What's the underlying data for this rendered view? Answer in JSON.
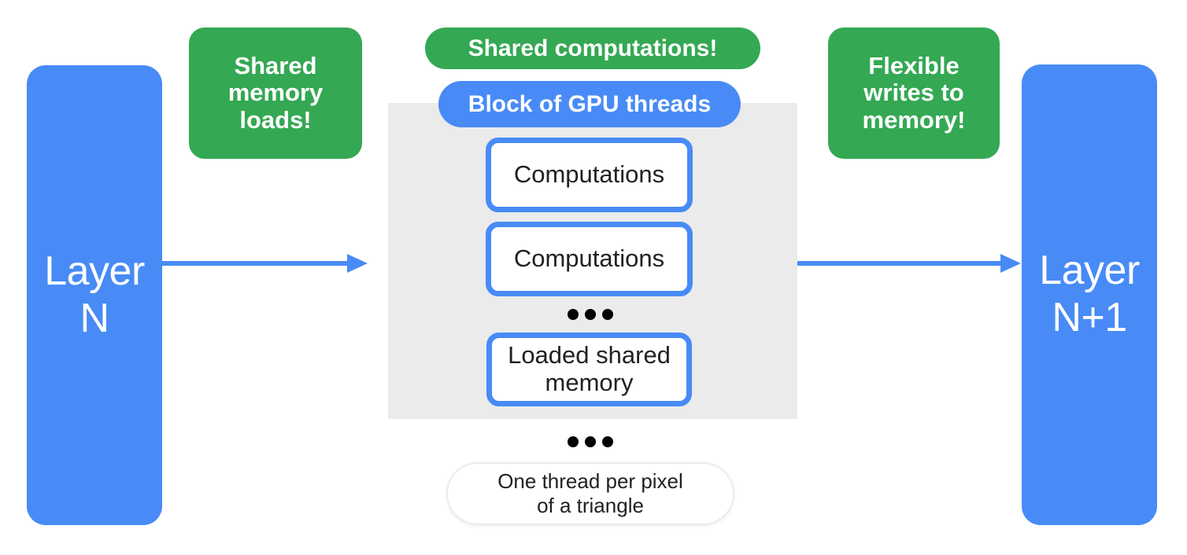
{
  "colors": {
    "blue": "#488BF6",
    "green": "#34A853",
    "panel_gray": "#EBEBEB",
    "text_dark": "#202124",
    "text_white": "#FFFFFF"
  },
  "left_layer": {
    "label": "Layer\nN"
  },
  "right_layer": {
    "label": "Layer\nN+1"
  },
  "callouts": {
    "shared_memory_loads": "Shared\nmemory\nloads!",
    "shared_computations": "Shared computations!",
    "flexible_writes": "Flexible\nwrites to\nmemory!"
  },
  "gpu_block": {
    "label": "Block of GPU threads",
    "boxes": [
      "Computations",
      "Computations",
      "Loaded shared\nmemory"
    ]
  },
  "thread_note": "One thread per pixel\nof a triangle"
}
